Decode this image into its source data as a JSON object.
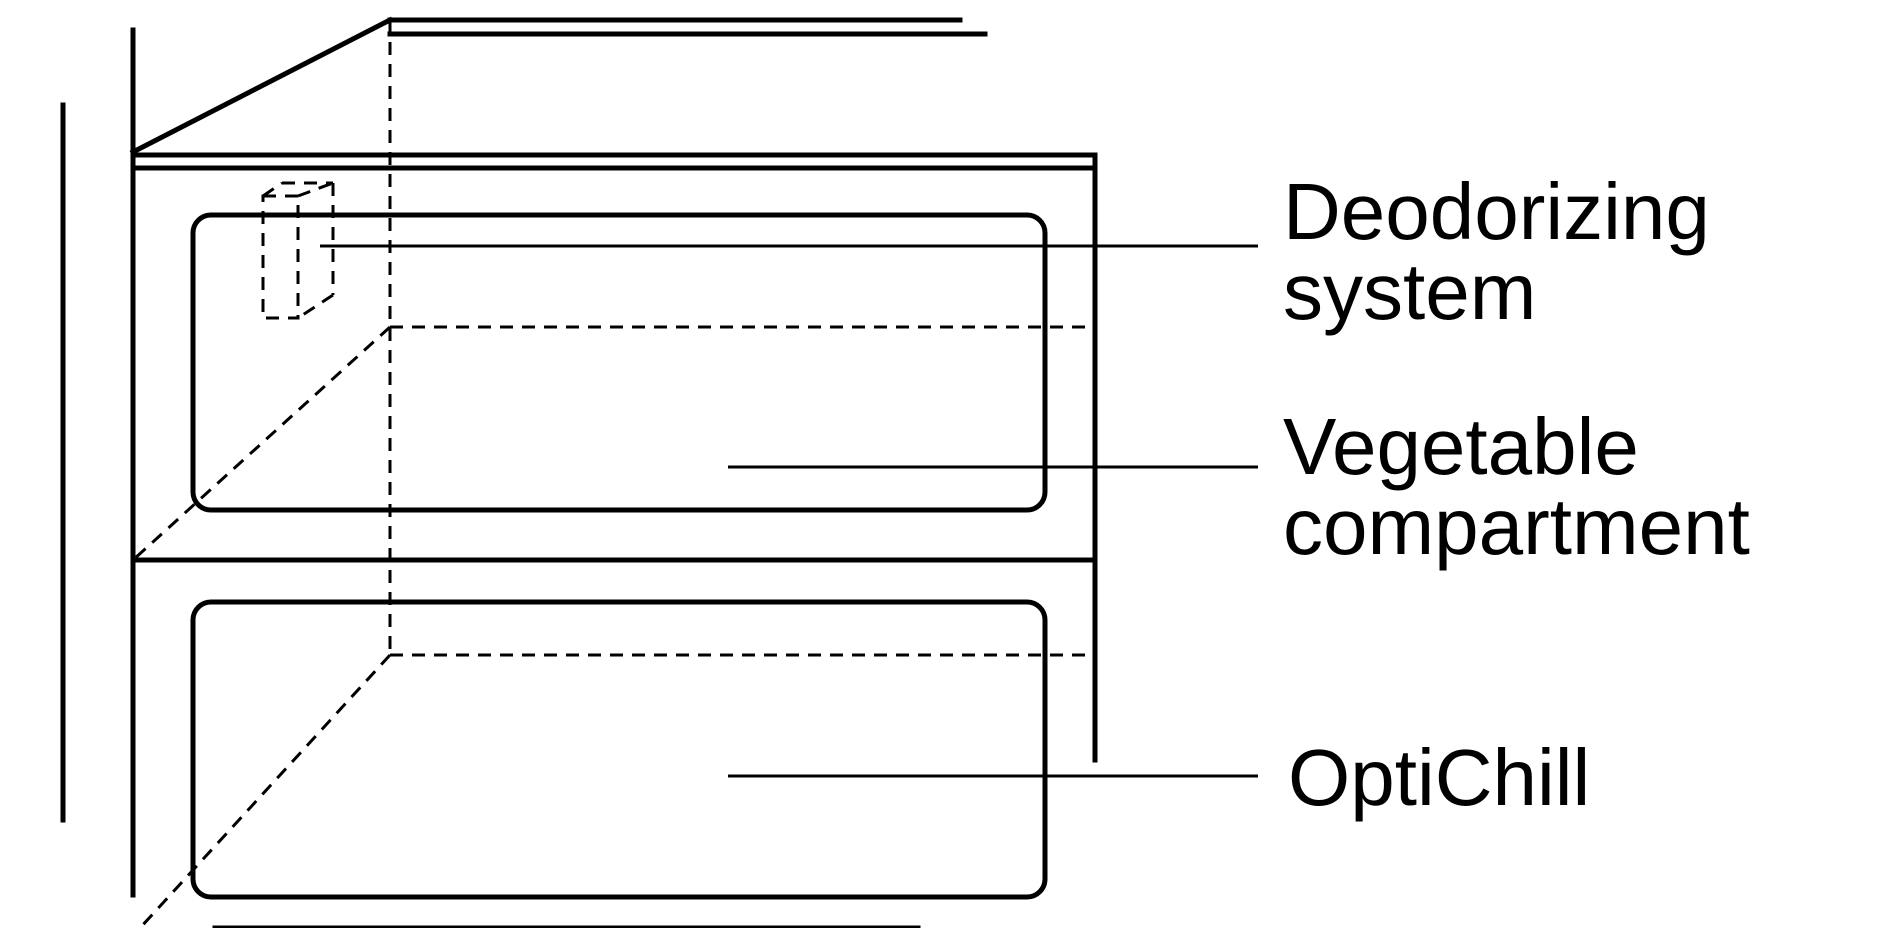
{
  "labels": {
    "deodorizing": {
      "line1": "Deodorizing",
      "line2": "system"
    },
    "vegetable": {
      "line1": "Vegetable",
      "line2": "compartment"
    },
    "optichill": {
      "line1": "OptiChill"
    }
  }
}
